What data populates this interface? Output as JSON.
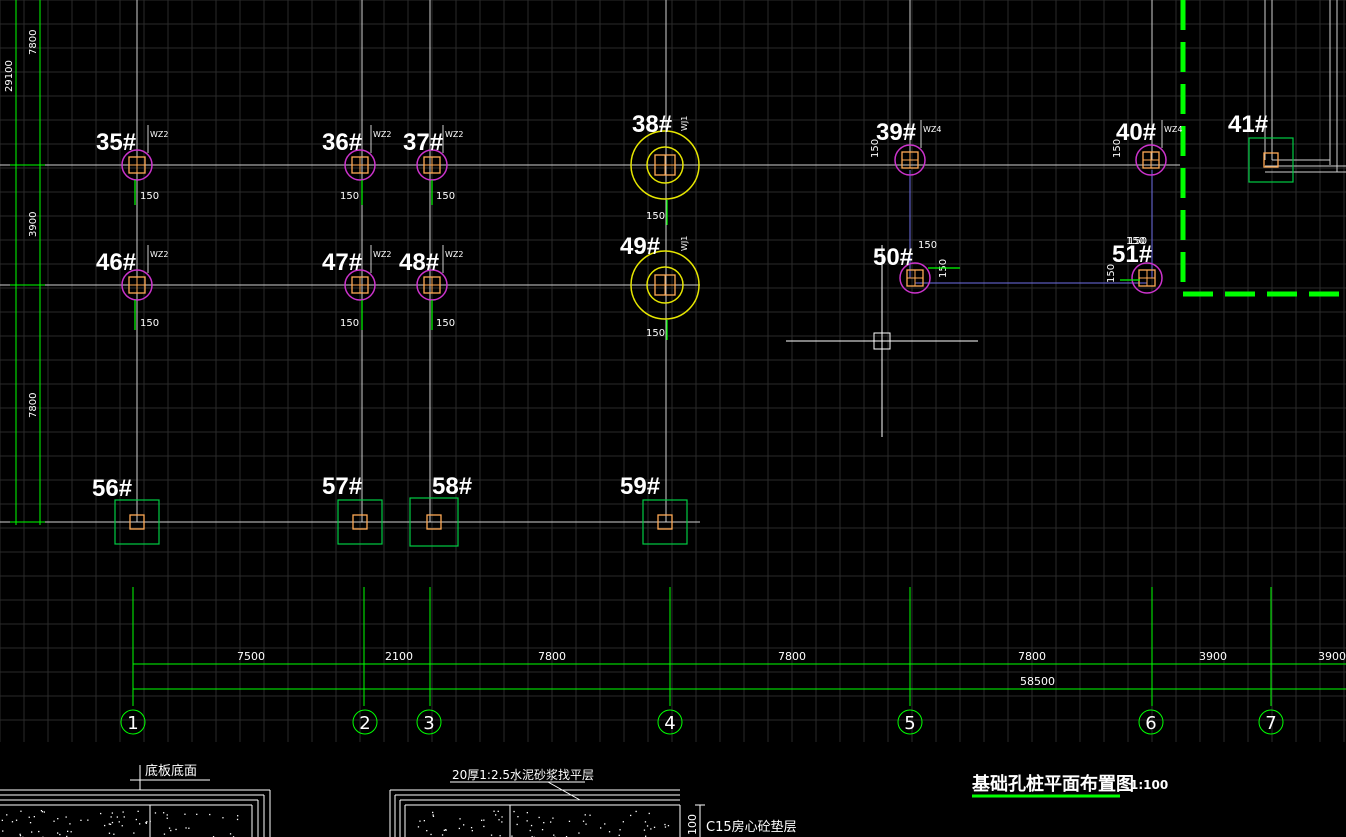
{
  "colors": {
    "background": "#000000",
    "grid": "#2a2a2a",
    "axis_line": "#d0d0d0",
    "dim_line": "#00ff00",
    "pile_ring": "#cc33cc",
    "pile_core": "#ffaa55",
    "pile_ring_large": "#e6e600",
    "cap_box": "#00cc44",
    "boundary": "#00ff00",
    "purple_line": "#7777ff"
  },
  "piles": [
    {
      "label": "35#",
      "tag": "WZ2",
      "offset": "150",
      "kind": "ring"
    },
    {
      "label": "36#",
      "tag": "WZ2",
      "offset": "150",
      "kind": "ring"
    },
    {
      "label": "37#",
      "tag": "WZ2",
      "offset": "150",
      "kind": "ring"
    },
    {
      "label": "38#",
      "tag": "WJ1",
      "offset": "150",
      "kind": "large"
    },
    {
      "label": "39#",
      "tag": "WZ4",
      "offset": "150",
      "kind": "ring"
    },
    {
      "label": "40#",
      "tag": "WZ4",
      "offset": "150",
      "kind": "ring"
    },
    {
      "label": "41#",
      "tag": "",
      "offset": "",
      "kind": "box"
    },
    {
      "label": "46#",
      "tag": "WZ2",
      "offset": "150",
      "kind": "ring"
    },
    {
      "label": "47#",
      "tag": "WZ2",
      "offset": "150",
      "kind": "ring"
    },
    {
      "label": "48#",
      "tag": "WZ2",
      "offset": "150",
      "kind": "ring"
    },
    {
      "label": "49#",
      "tag": "WJ1",
      "offset": "150",
      "kind": "large"
    },
    {
      "label": "50#",
      "tag": "",
      "offset": "150",
      "kind": "ring"
    },
    {
      "label": "51#",
      "tag": "",
      "offset": "150",
      "kind": "ring"
    },
    {
      "label": "56#",
      "tag": "",
      "offset": "",
      "kind": "box"
    },
    {
      "label": "57#",
      "tag": "",
      "offset": "",
      "kind": "box"
    },
    {
      "label": "58#",
      "tag": "",
      "offset": "",
      "kind": "box"
    },
    {
      "label": "59#",
      "tag": "",
      "offset": "",
      "kind": "box"
    }
  ],
  "left_dims": [
    "7800",
    "29100",
    "3900",
    "7800"
  ],
  "bottom_dims": [
    "7500",
    "2100",
    "7800",
    "7800",
    "7800",
    "3900",
    "3900"
  ],
  "bottom_total": "58500",
  "axes": [
    "1",
    "2",
    "3",
    "4",
    "5",
    "6",
    "7"
  ],
  "extra_dims": [
    "150",
    "150",
    "150"
  ],
  "plan_title": "基础孔桩平面布置图",
  "plan_scale": "1:100",
  "detail_labels": {
    "floor": "底板底面",
    "mortar": "20厚1:2.5水泥砂浆找平层",
    "cushion": "C15房心砼垫层",
    "thickness": "100"
  }
}
